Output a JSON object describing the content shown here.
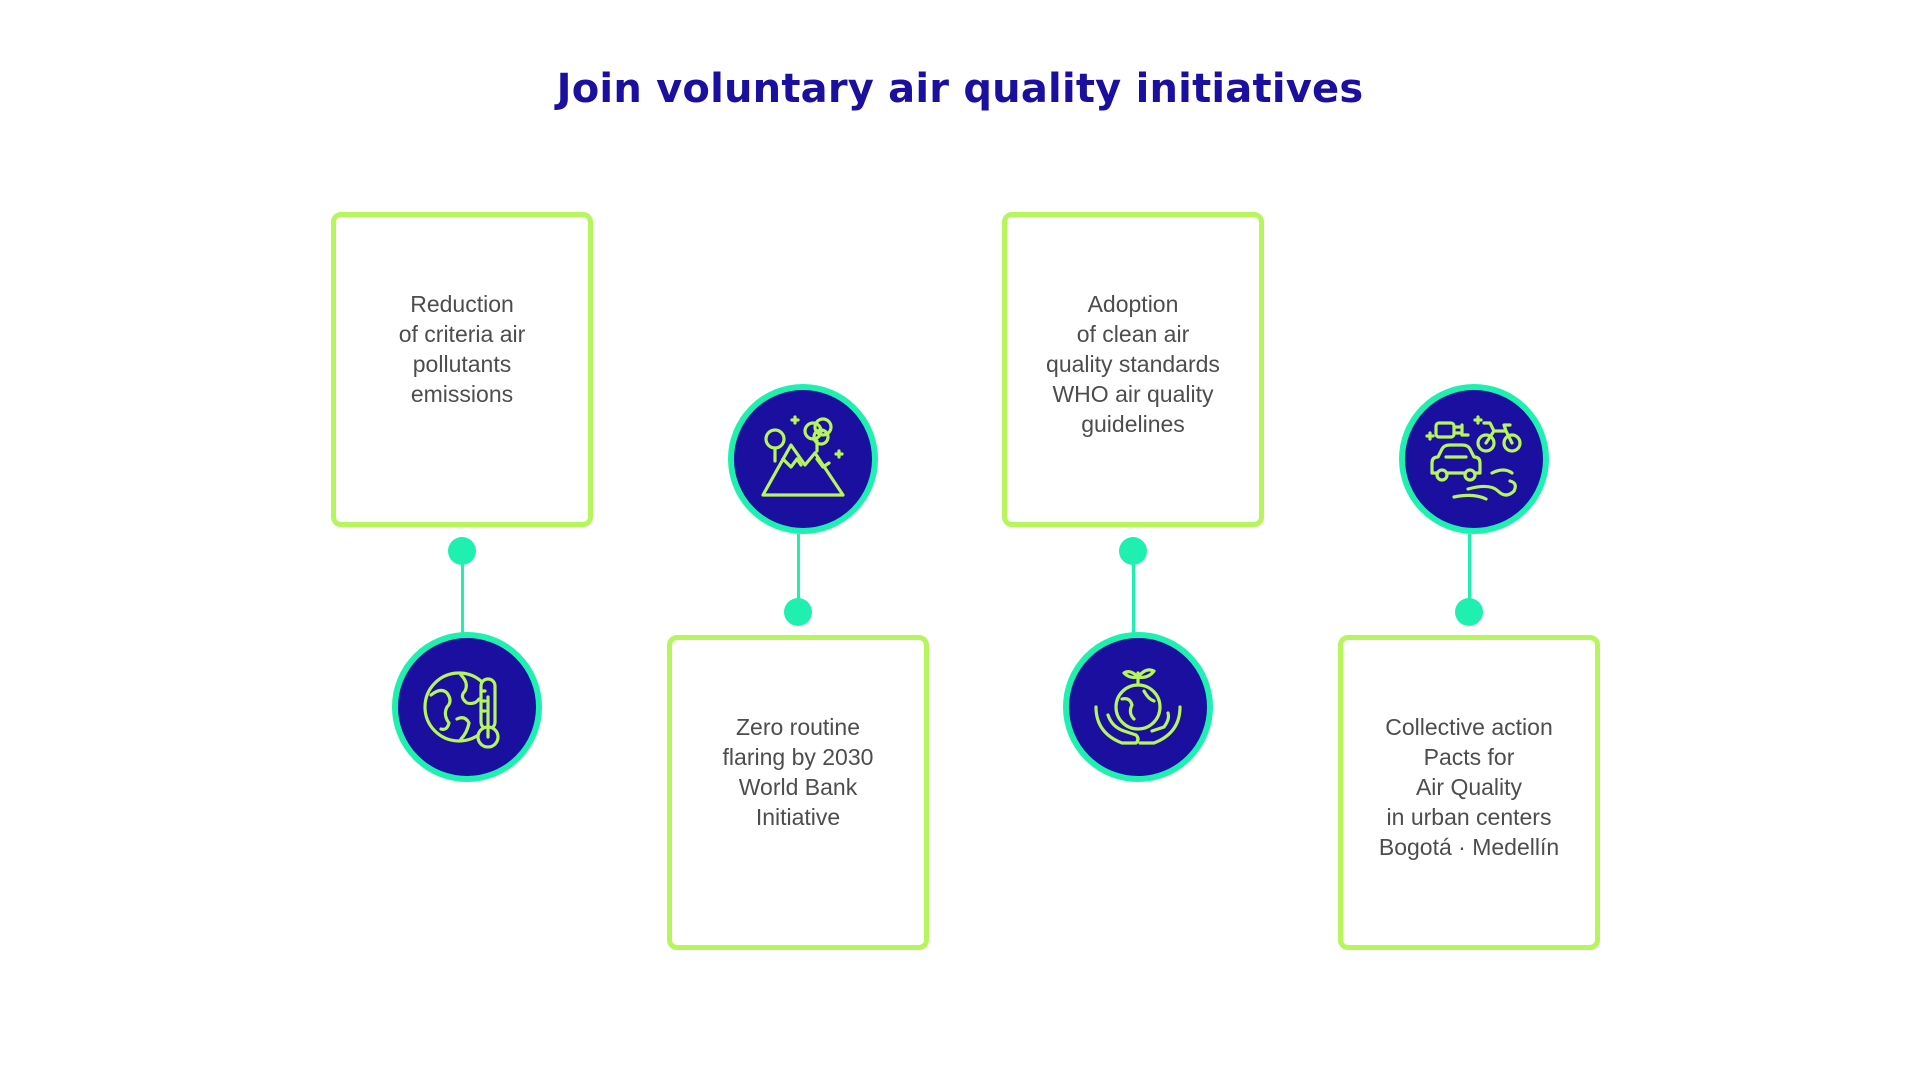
{
  "title": "Join voluntary air quality initiatives",
  "initiatives": [
    {
      "lines": [
        "Reduction",
        "of criteria air",
        "pollutants",
        "emissions"
      ],
      "icon": "globe-thermometer-icon"
    },
    {
      "lines": [
        "Zero routine",
        "flaring by 2030",
        "World Bank",
        "Initiative"
      ],
      "icon": "mountain-trees-icon"
    },
    {
      "lines": [
        "Adoption",
        "of clean air",
        "quality standards",
        "WHO air quality",
        "guidelines"
      ],
      "icon": "hands-holding-earth-icon"
    },
    {
      "lines": [
        "Collective action",
        "Pacts for",
        "Air Quality",
        "in urban centers",
        "Bogotá · Medellín"
      ],
      "icon": "car-bike-wind-icon"
    }
  ],
  "colors": {
    "title": "#1a0f9e",
    "card_border": "#b6f55b",
    "connector": "#1ff0b0",
    "circle_fill": "#1a0f9e",
    "icon_stroke": "#b6f55b",
    "text": "#4d4d4d"
  }
}
